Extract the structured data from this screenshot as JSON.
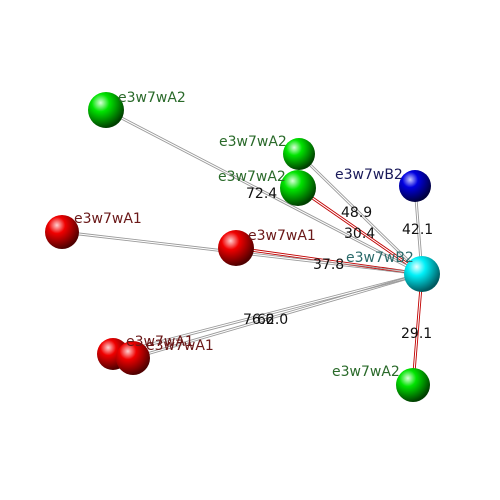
{
  "colors": {
    "background": "#ffffff",
    "green_atom": "#00d400",
    "red_atom": "#e00000",
    "blue_atom": "#0000c8",
    "cyan_atom": "#00e6f0",
    "green_label": "#2a6a2a",
    "red_label": "#6a1818",
    "blue_label": "#1a1a5a",
    "cyan_label": "#2a6a6a",
    "bond_red": "#c00000",
    "bond_gray": "#9a9a9a"
  },
  "atoms": [
    {
      "id": "A2_top",
      "label": "e3w7wA2",
      "type": "green"
    },
    {
      "id": "A2_mid",
      "label": "e3w7wA2",
      "type": "green"
    },
    {
      "id": "A2_mid2",
      "label": "e3w7wA2",
      "type": "green"
    },
    {
      "id": "B2_blue",
      "label": "e3w7wB2",
      "type": "blue"
    },
    {
      "id": "A1_left",
      "label": "e3w7wA1",
      "type": "red"
    },
    {
      "id": "A1_center",
      "label": "e3w7wA1",
      "type": "red"
    },
    {
      "id": "A1_bot1",
      "label": "e3w7wA1",
      "type": "red"
    },
    {
      "id": "A1_bot2",
      "label": "e3w7wA1",
      "type": "red"
    },
    {
      "id": "B2_cyan",
      "label": "e3w7wB2",
      "type": "cyan"
    },
    {
      "id": "A2_bottom",
      "label": "e3w7wA2",
      "type": "green"
    }
  ],
  "distances": [
    {
      "from": "A2_mid2",
      "to": "B2_cyan",
      "value": "72.4",
      "bond": "red"
    },
    {
      "from": "A2_mid",
      "to": "B2_cyan",
      "value": "48.9",
      "bond": "gray"
    },
    {
      "from": "B2_blue",
      "to": "B2_cyan",
      "value": "42.1",
      "bond": "gray"
    },
    {
      "from": "A1_center",
      "to": "B2_cyan",
      "value": "30.4",
      "bond": "red"
    },
    {
      "from": "A1_left",
      "to": "B2_cyan",
      "value": "37.8",
      "bond": "gray"
    },
    {
      "from": "A1_bot1",
      "to": "B2_cyan",
      "value": "76.6",
      "bond": "gray"
    },
    {
      "from": "A1_bot2",
      "to": "B2_cyan",
      "value": "62.0",
      "bond": "gray"
    },
    {
      "from": "A2_bottom",
      "to": "B2_cyan",
      "value": "29.1",
      "bond": "red"
    },
    {
      "from": "A2_top",
      "to": "B2_cyan",
      "value": "",
      "bond": "gray"
    }
  ]
}
